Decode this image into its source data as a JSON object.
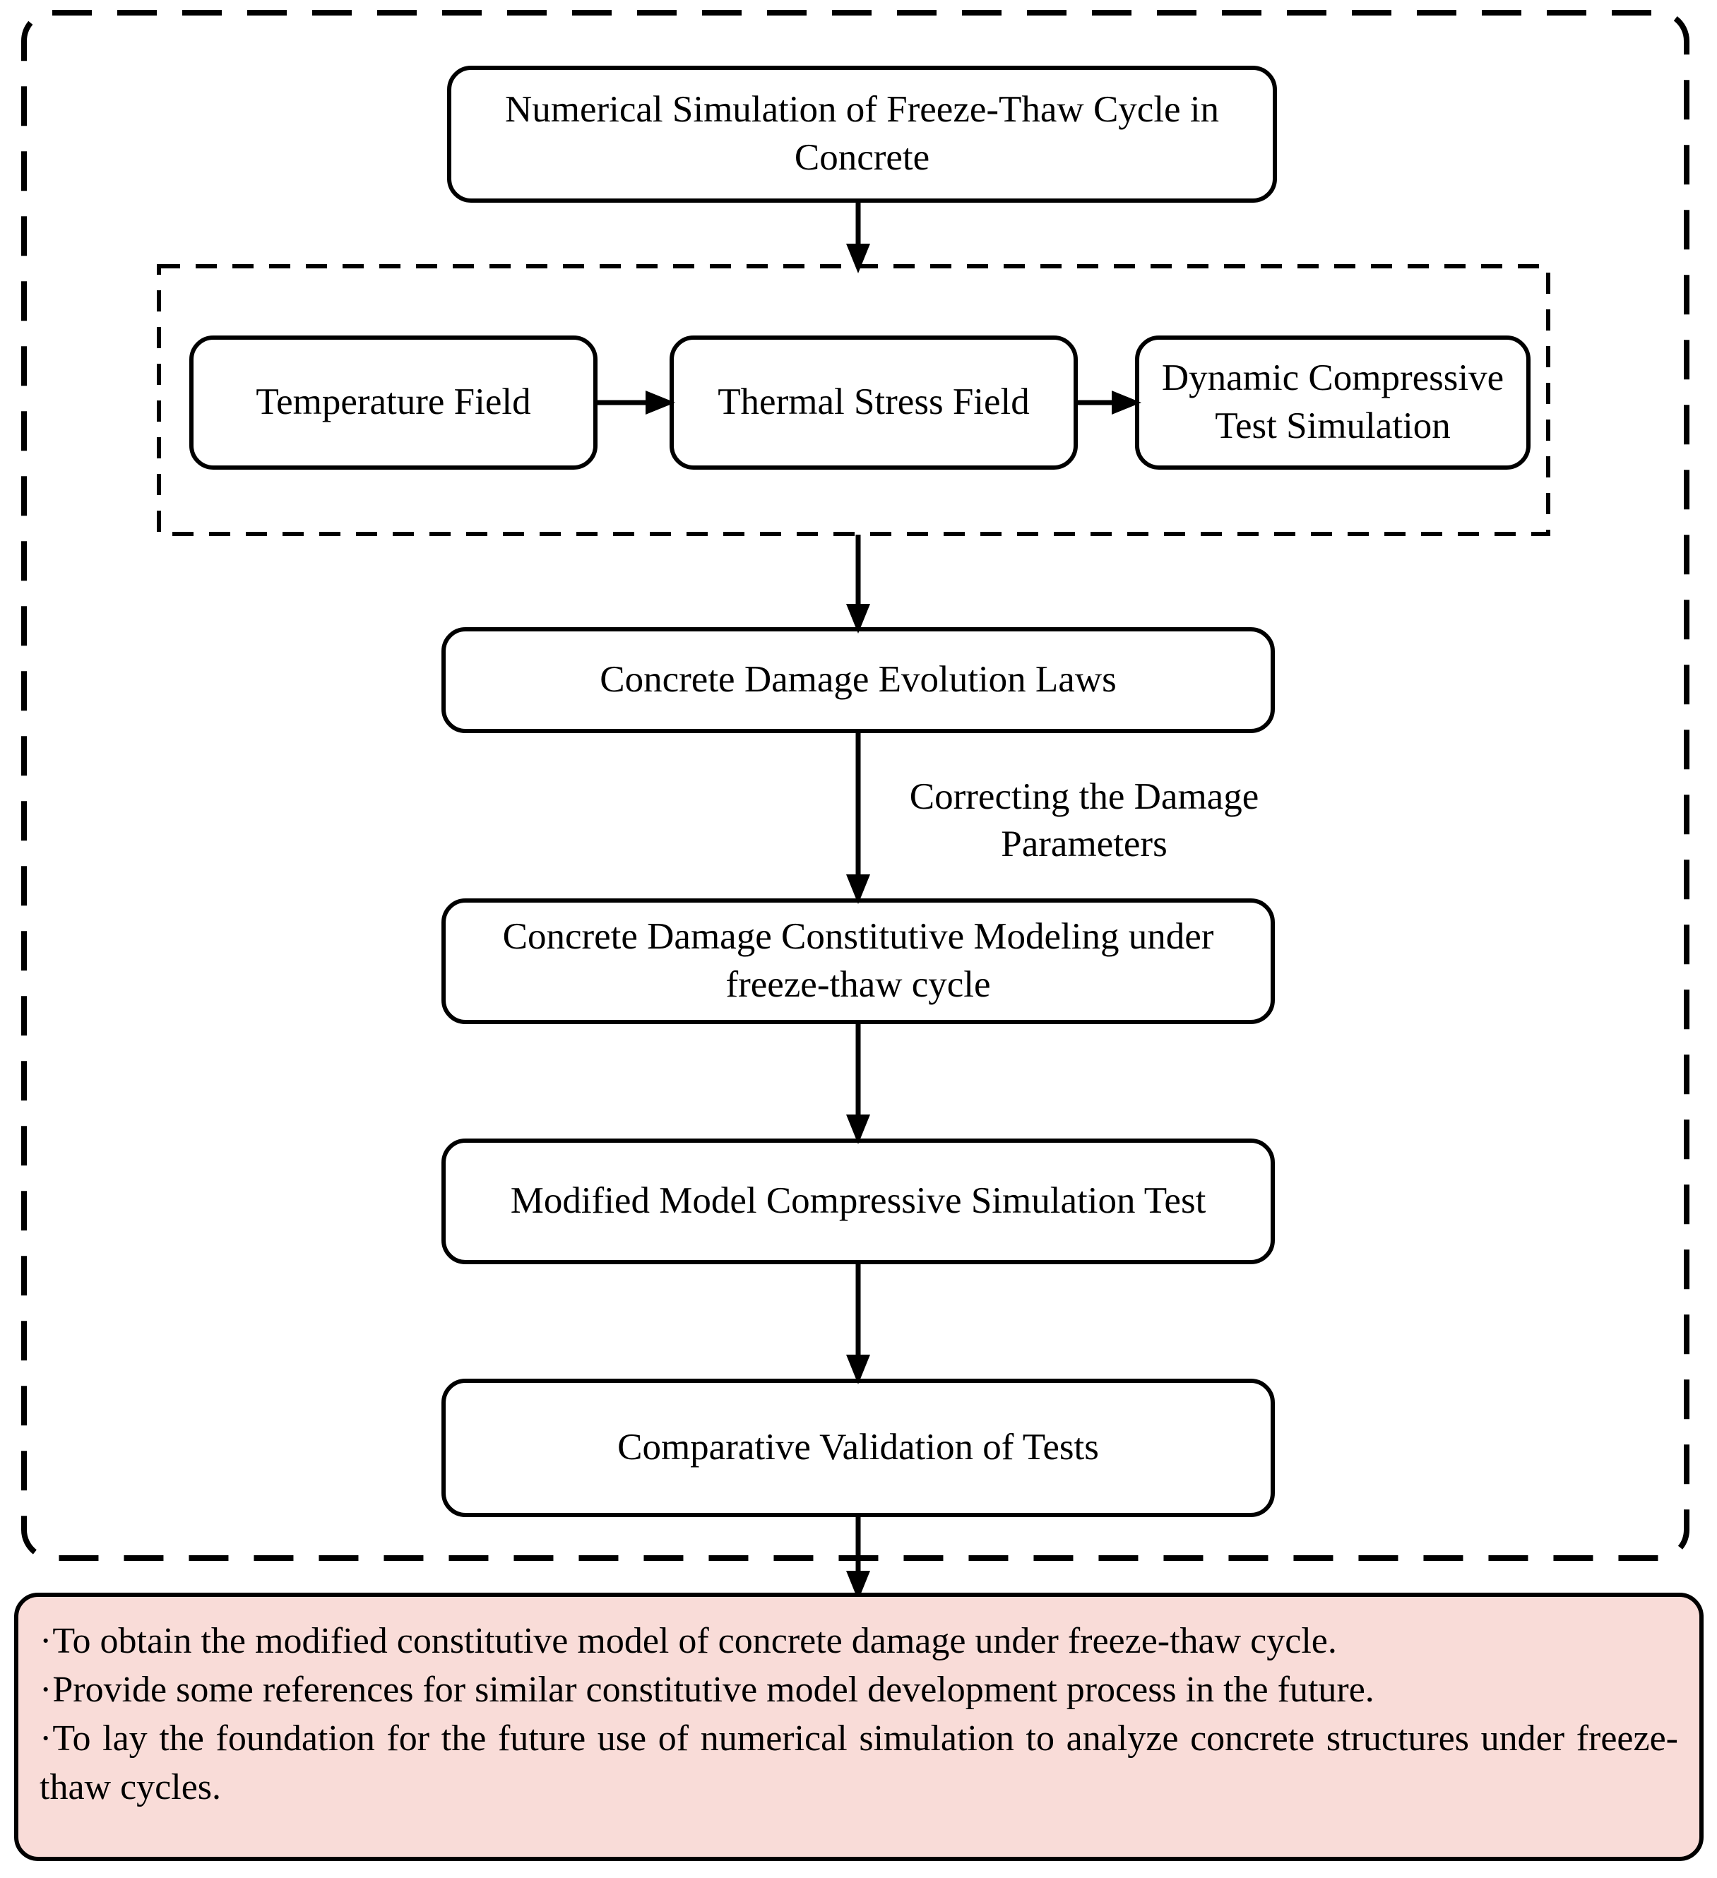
{
  "diagram": {
    "type": "research-flowchart",
    "title_box": {
      "label": "Numerical Simulation of Freeze-Thaw Cycle in Concrete"
    },
    "simulation_group": {
      "boxes": [
        {
          "label": "Temperature Field"
        },
        {
          "label": "Thermal Stress Field"
        },
        {
          "label": "Dynamic Compressive Test Simulation"
        }
      ]
    },
    "main_flow": [
      {
        "label": "Concrete Damage Evolution Laws"
      },
      {
        "label": "Concrete Damage Constitutive Modeling under freeze-thaw cycle"
      },
      {
        "label": "Modified Model Compressive Simulation Test"
      },
      {
        "label": "Comparative Validation of Tests"
      }
    ],
    "edge_labels": {
      "correcting": "Correcting the Damage Parameters"
    },
    "outcomes": {
      "bullet_glyph": "·",
      "items": [
        "To obtain the modified constitutive model of concrete damage under freeze-thaw cycle.",
        "Provide some references for similar constitutive model development process in the future.",
        "To lay the foundation for the future use of numerical simulation to analyze concrete structures under freeze-thaw cycles."
      ]
    },
    "colors": {
      "outcomes_fill": "#f9dcd8",
      "stroke": "#000000",
      "box_fill": "#ffffff"
    }
  }
}
